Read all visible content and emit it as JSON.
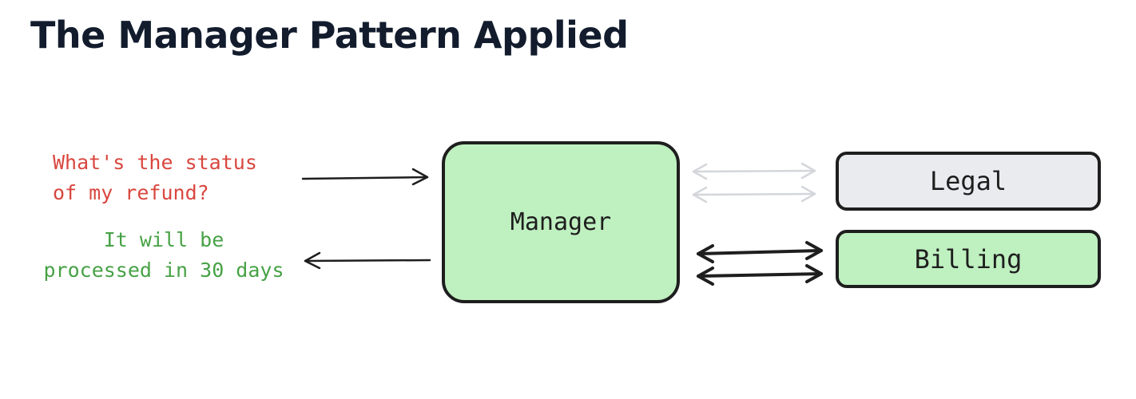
{
  "title": "The Manager Pattern Applied",
  "user_message": {
    "lines": [
      "What's the status",
      "of my refund?"
    ],
    "color": "#d9473f"
  },
  "reply_message": {
    "lines": [
      "It will be",
      "processed in 30 days"
    ],
    "color": "#47a246"
  },
  "nodes": {
    "manager": {
      "label": "Manager",
      "fill": "#bff0c0"
    },
    "legal": {
      "label": "Legal",
      "fill": "#e9ebee"
    },
    "billing": {
      "label": "Billing",
      "fill": "#bff0c0"
    }
  },
  "edges": [
    {
      "from": "user",
      "to": "manager",
      "style": "active"
    },
    {
      "from": "manager",
      "to": "user",
      "style": "active"
    },
    {
      "from": "manager",
      "to": "legal",
      "style": "inactive",
      "bidirectional": true
    },
    {
      "from": "manager",
      "to": "billing",
      "style": "active",
      "bidirectional": true
    }
  ],
  "colors": {
    "title": "#121c2d",
    "stroke": "#1e1e1e",
    "inactive_arrow": "#d3d6db"
  }
}
